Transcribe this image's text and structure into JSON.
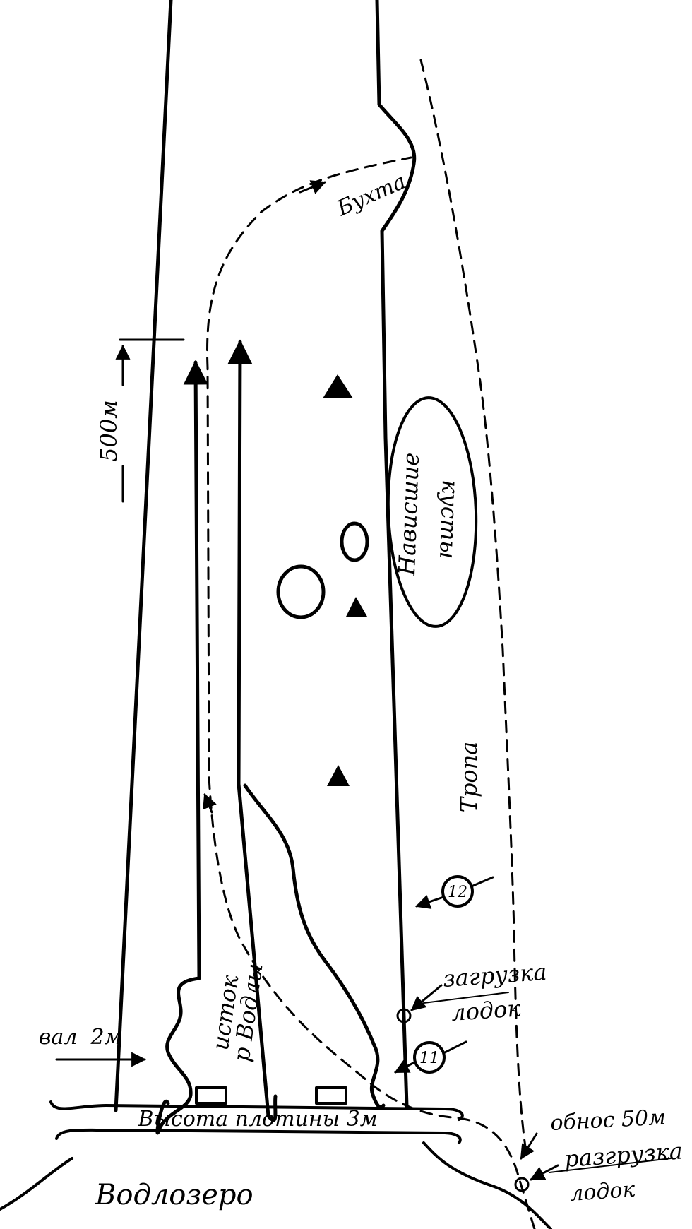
{
  "labels": {
    "bay": "Бухта",
    "distance": "500м",
    "bushes_line1": "Нависшие",
    "bushes_line2": "кусты",
    "trail": "Тропа",
    "source_line1": "исток",
    "source_line2": "р Водлы",
    "rampart": "вал  2м",
    "loading_line1": "загрузка",
    "loading_line2": "лодок",
    "portage": "обнос 50м",
    "unloading_line1": "разгрузка",
    "unloading_line2": "лодок",
    "dam_height": "Высота плотины 3м",
    "lake": "Водлозеро"
  },
  "markers": {
    "obstacle_12": "12",
    "obstacle_11": "11"
  },
  "colors": {
    "ink": "#000000",
    "paper": "#ffffff"
  }
}
